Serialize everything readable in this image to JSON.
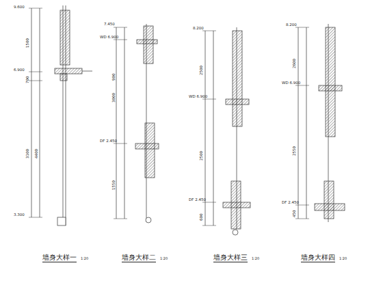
{
  "diagram": {
    "labels": [
      "墙身大样一",
      "1:20",
      "墙身大样二",
      "1:20",
      "墙身大样三",
      "1:20",
      "墙身大样四",
      "1:20",
      "9.600",
      "6.900",
      "3.300",
      "7.450",
      "WD 6.900",
      "DF 2.450",
      "8.200",
      "WD 6.900",
      "DF 2.450",
      "8.200",
      "WD 6.900",
      "DF 2.450",
      "1500",
      "700",
      "3100",
      "4400",
      "900",
      "3000",
      "1550",
      "2500",
      "2500",
      "600",
      "2600",
      "2550",
      "450"
    ]
  }
}
